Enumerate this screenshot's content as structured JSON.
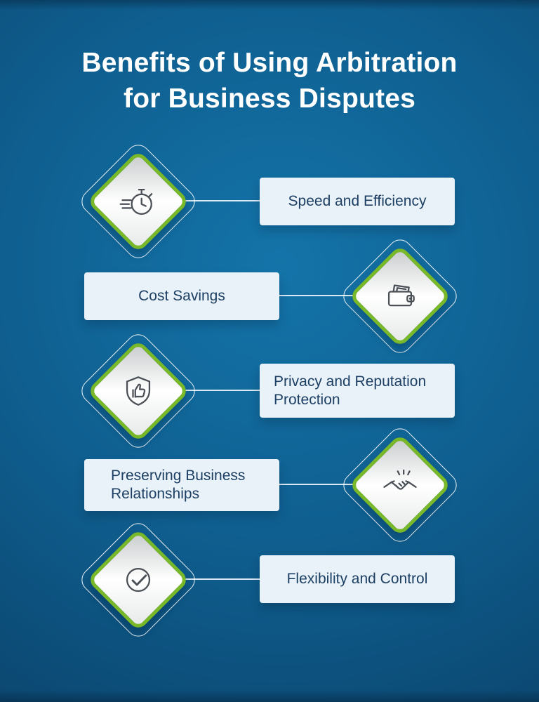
{
  "title": {
    "line1": "Benefits of Using Arbitration",
    "line2": "for Business Disputes"
  },
  "items": [
    {
      "label": "Speed and Efficiency",
      "icon": "stopwatch-icon"
    },
    {
      "label": "Cost Savings",
      "icon": "wallet-icon"
    },
    {
      "label": "Privacy and Reputation Protection",
      "icon": "shield-thumbs-up-icon"
    },
    {
      "label": "Preserving Business Relationships",
      "icon": "handshake-icon"
    },
    {
      "label": "Flexibility and Control",
      "icon": "check-circle-icon"
    }
  ],
  "colors": {
    "background_center": "#1474a9",
    "background_edge": "#0a3f66",
    "accent_green": "#79b829",
    "card_background": "#e9f2f9",
    "card_text": "#1c3f63",
    "icon_stroke": "#4a5056",
    "title_text": "#ffffff",
    "connector": "#ffffff"
  }
}
